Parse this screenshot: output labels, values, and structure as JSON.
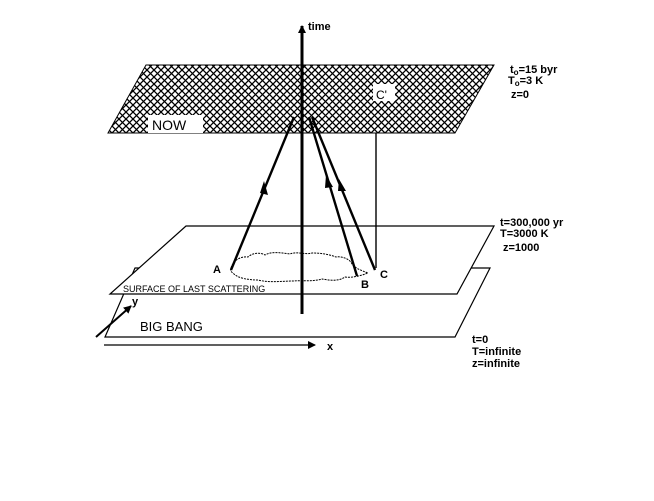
{
  "axes": {
    "time_label": "time",
    "x_label": "x",
    "y_label": "y"
  },
  "now_plane": {
    "label": "NOW",
    "point_label": "C'",
    "t_prefix": "t",
    "t_sub": "o",
    "t_value": "=15 byr",
    "T_prefix": "T",
    "T_sub": "o",
    "T_value": "=3 K",
    "z_line": "z=0"
  },
  "last_scattering_plane": {
    "label": "SURFACE OF LAST SCATTERING",
    "point_a": "A",
    "point_b": "B",
    "point_c": "C",
    "t_line": "t=300,000 yr",
    "T_line": "T=3000 K",
    "z_line": "z=1000"
  },
  "big_bang_plane": {
    "label": "BIG BANG",
    "t_line": "t=0",
    "T_line": "T=infinite",
    "z_line": "z=infinite"
  },
  "colors": {
    "ink": "#000000",
    "background": "#ffffff"
  }
}
